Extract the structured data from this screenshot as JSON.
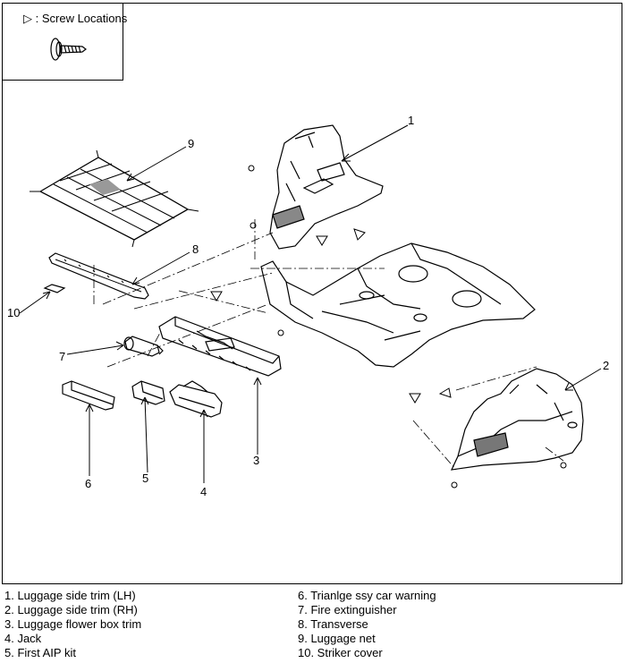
{
  "legend": {
    "label": "▷ : Screw Locations",
    "icon": "screw-icon"
  },
  "callouts": [
    "1",
    "2",
    "3",
    "4",
    "5",
    "6",
    "7",
    "8",
    "9",
    "10"
  ],
  "parts": [
    "1. Luggage side trim (LH)",
    "2. Luggage side trim (RH)",
    "3. Luggage flower box trim",
    "4. Jack",
    "5. First AIP kit",
    "6. Trianlge ssy car warning",
    "7. Fire extinguisher",
    "8. Transverse",
    "9. Luggage net",
    "10. Striker cover"
  ],
  "colors": {
    "line": "#000000",
    "background": "#ffffff",
    "hatch": "#555555"
  }
}
